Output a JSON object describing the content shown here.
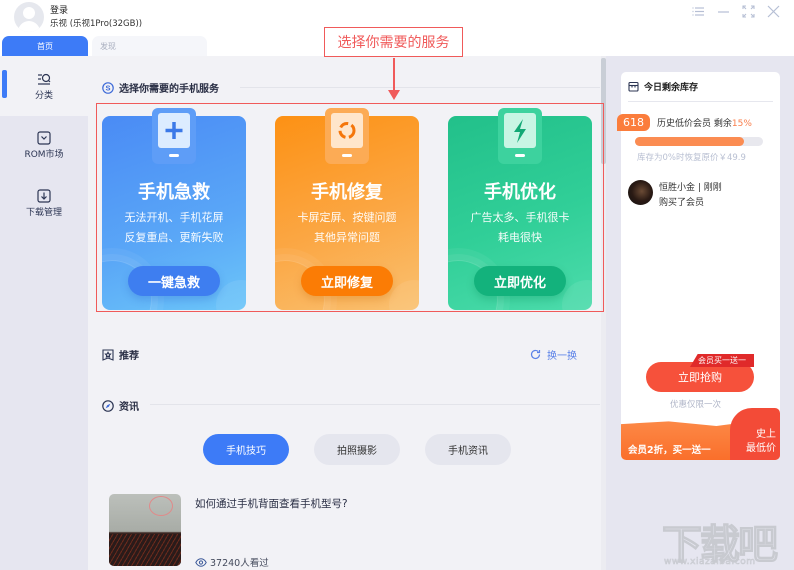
{
  "header": {
    "login_label": "登录",
    "device_label": "乐视 (乐视1Pro(32GB))",
    "tabs": [
      {
        "label": "首页",
        "active": true
      },
      {
        "label": "发现",
        "active": false
      }
    ],
    "window_controls": [
      "menu-icon",
      "minimize-icon",
      "fullscreen-icon",
      "close-icon"
    ]
  },
  "sidebar": {
    "items": [
      {
        "label": "分类",
        "icon": "category-search-icon",
        "active": true
      },
      {
        "label": "ROM市场",
        "icon": "rom-market-icon",
        "active": false
      },
      {
        "label": "下载管理",
        "icon": "download-icon",
        "active": false
      }
    ]
  },
  "annotation": {
    "label": "选择你需要的服务",
    "color": "#f05a5a"
  },
  "services": {
    "section_title": "选择你需要的手机服务",
    "cards": [
      {
        "title": "手机急救",
        "desc_line1": "无法开机、手机花屏",
        "desc_line2": "反复重启、更新失败",
        "button": "一键急救",
        "icon": "plus-icon",
        "color": "#4a8bf5"
      },
      {
        "title": "手机修复",
        "desc_line1": "卡屏定屏、按键问题",
        "desc_line2": "其他异常问题",
        "button": "立即修复",
        "icon": "repair-cycle-icon",
        "color": "#fd9114"
      },
      {
        "title": "手机优化",
        "desc_line1": "广告太多、手机很卡",
        "desc_line2": "耗电很快",
        "button": "立即优化",
        "icon": "lightning-icon",
        "color": "#22c08a"
      }
    ]
  },
  "recommend": {
    "title": "推荐",
    "refresh_label": "换一换"
  },
  "news": {
    "title": "资讯",
    "tabs": [
      {
        "label": "手机技巧",
        "active": true
      },
      {
        "label": "拍照摄影",
        "active": false
      },
      {
        "label": "手机资讯",
        "active": false
      }
    ],
    "items": [
      {
        "title": "如何通过手机背面查看手机型号?",
        "views": "37240人看过"
      }
    ]
  },
  "stock_panel": {
    "title": "今日剩余库存",
    "badge": "618",
    "promo_text": "历史低价会员 剩余",
    "remaining_pct": "15%",
    "progress_value": 85,
    "restore_note": "库存为0%时恢复原价￥49.9",
    "buyer_name": "恒胜小金 | 刚刚",
    "buyer_action": "购买了会员",
    "buy_tag": "会员买一送一",
    "buy_button": "立即抢购",
    "limit_note": "优惠仅限一次",
    "bottom_text": "会员2折，买一送一",
    "lowest_line1": "史上",
    "lowest_line2": "最低价"
  },
  "watermark": {
    "logo": "下载吧",
    "url": "www.xiazaiba.com"
  }
}
